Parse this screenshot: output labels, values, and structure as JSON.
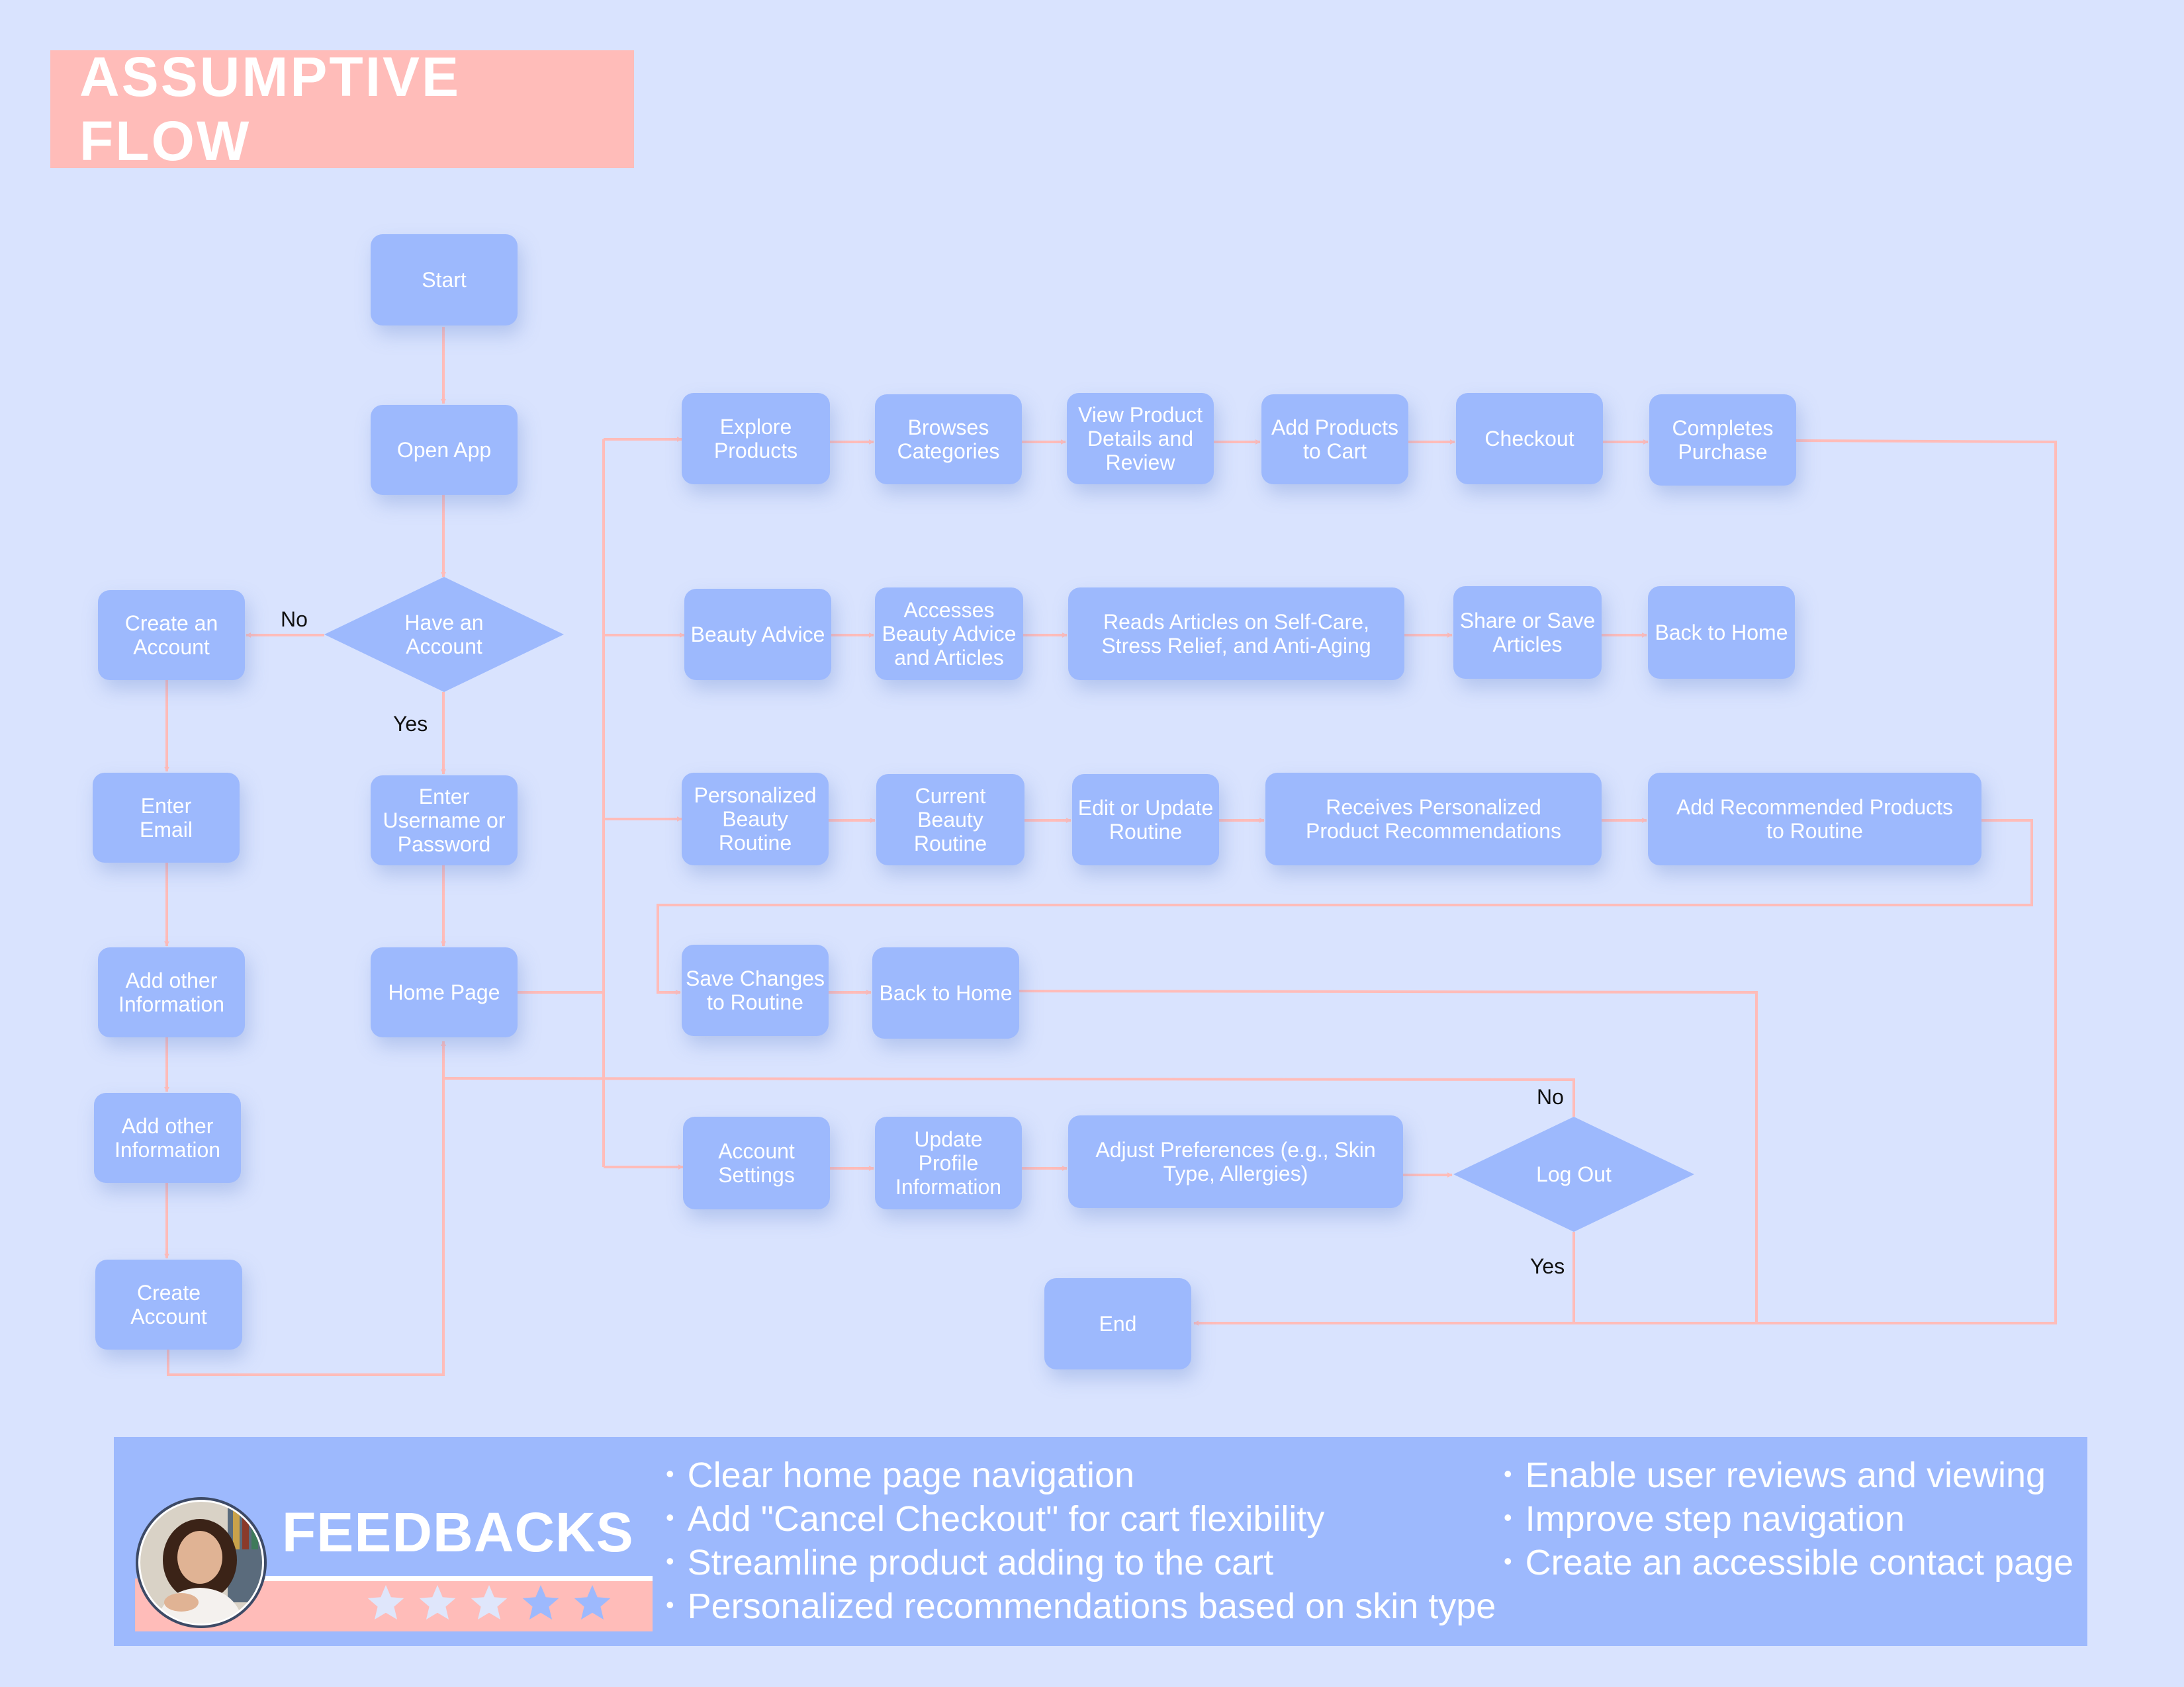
{
  "title": "ASSUMPTIVE FLOW",
  "colors": {
    "background": "#d9e3fe",
    "node": "#9db9fd",
    "connector": "#ffbcb9",
    "title_bg": "#ffbcb9",
    "text": "#ffffff"
  },
  "nodes": {
    "start": "Start",
    "open_app": "Open App",
    "have_account": "Have an\nAccount",
    "create_an_account": "Create an\nAccount",
    "enter_email": "Enter\nEmail",
    "add_info_1": "Add other\nInformation",
    "add_info_2": "Add other\nInformation",
    "create_account": "Create\nAccount",
    "enter_credentials": "Enter\nUsername or\nPassword",
    "home_page": "Home Page",
    "explore_products": "Explore\nProducts",
    "browses_categories": "Browses\nCategories",
    "view_product_details": "View Product\nDetails and\nReview",
    "add_to_cart": "Add Products\nto Cart",
    "checkout": "Checkout",
    "completes_purchase": "Completes\nPurchase",
    "beauty_advice": "Beauty Advice",
    "accesses_advice": "Accesses\nBeauty Advice\nand Articles",
    "reads_articles": "Reads Articles on Self-Care,\nStress Relief, and Anti-Aging",
    "share_save": "Share or Save\nArticles",
    "back_home_1": "Back to Home",
    "personalized_routine": "Personalized\nBeauty\nRoutine",
    "current_routine": "Current Beauty\nRoutine",
    "edit_routine": "Edit or Update\nRoutine",
    "receives_recs": "Receives Personalized\nProduct Recommendations",
    "add_recommended": "Add Recommended Products\nto Routine",
    "save_changes": "Save Changes\nto Routine",
    "back_home_2": "Back to Home",
    "account_settings": "Account\nSettings",
    "update_profile": "Update\nProfile\nInformation",
    "adjust_preferences": "Adjust Preferences (e.g., Skin\nType, Allergies)",
    "log_out": "Log Out",
    "end": "End"
  },
  "edge_labels": {
    "account_no": "No",
    "account_yes": "Yes",
    "logout_no": "No",
    "logout_yes": "Yes"
  },
  "feedback": {
    "heading": "FEEDBACKS",
    "avatar_icon": "user-avatar-photo",
    "star_icon": "star-icon",
    "rating": 5,
    "rating_max": 5,
    "items_left": [
      "Clear home page navigation",
      "Add \"Cancel Checkout\" for cart flexibility",
      "Streamline product adding to the cart",
      "Personalized recommendations based on skin type"
    ],
    "items_right": [
      "Enable user reviews and viewing",
      "Improve step navigation",
      "Create an accessible contact page"
    ]
  }
}
